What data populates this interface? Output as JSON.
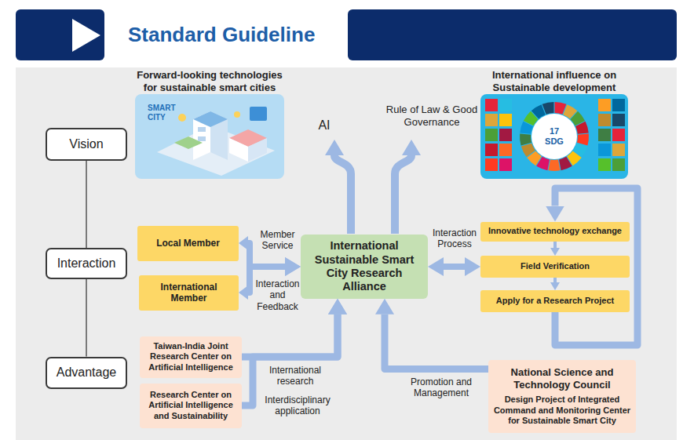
{
  "diagram": {
    "title": "Standard Guideline",
    "nodes": [
      {
        "text": [
          "Vision"
        ]
      },
      {
        "text": [
          "Forward-looking technologies for sustainable smart cities",
          "SMART CITY"
        ]
      },
      {
        "text": [
          "International influence on Sustainable development",
          "17",
          "SDG"
        ]
      },
      {
        "text": [
          "Interaction"
        ]
      },
      {
        "text": [
          "Local Member"
        ]
      },
      {
        "text": [
          "International Member"
        ]
      },
      {
        "text": [
          "International Sustainable Smart City Research Alliance"
        ]
      },
      {
        "text": [
          "Innovative technology exchange"
        ]
      },
      {
        "text": [
          "Field Verification"
        ]
      },
      {
        "text": [
          "Apply for a Research Project"
        ]
      },
      {
        "text": [
          "Advantage"
        ]
      },
      {
        "text": [
          "Taiwan-India Joint Research Center on Artificial Intelligence"
        ]
      },
      {
        "text": [
          "Research Center on Artificial Intelligence and Sustainability"
        ]
      },
      {
        "text": [
          "National Science and Technology Council",
          "Design Project of Integrated Command and Monitoring Center for Sustainable Smart City"
        ]
      }
    ],
    "edges": [
      {
        "from": 0,
        "to": 3,
        "arrow": "none"
      },
      {
        "from": 3,
        "to": 10,
        "arrow": "none"
      },
      {
        "from": 4,
        "to": 6,
        "arrow": "both",
        "label": "Member Service"
      },
      {
        "from": 5,
        "to": 6,
        "arrow": "both",
        "label": "Interaction and Feedback"
      },
      {
        "from": 6,
        "to": 8,
        "arrow": "both",
        "label": "Interaction Process"
      },
      {
        "from": 7,
        "to": 8,
        "arrow": "to"
      },
      {
        "from": 8,
        "to": 9,
        "arrow": "to"
      },
      {
        "from": 9,
        "to": 7,
        "arrow": "to"
      },
      {
        "from": 11,
        "to": 6,
        "arrow": "to",
        "label": "International research"
      },
      {
        "from": 12,
        "to": 6,
        "arrow": "to",
        "label": "Interdisciplinary application"
      },
      {
        "from": 13,
        "to": 6,
        "arrow": "to",
        "label": "Promotion and Management"
      }
    ],
    "labels": [
      "AI",
      "Rule of Law & Good Governance"
    ]
  }
}
